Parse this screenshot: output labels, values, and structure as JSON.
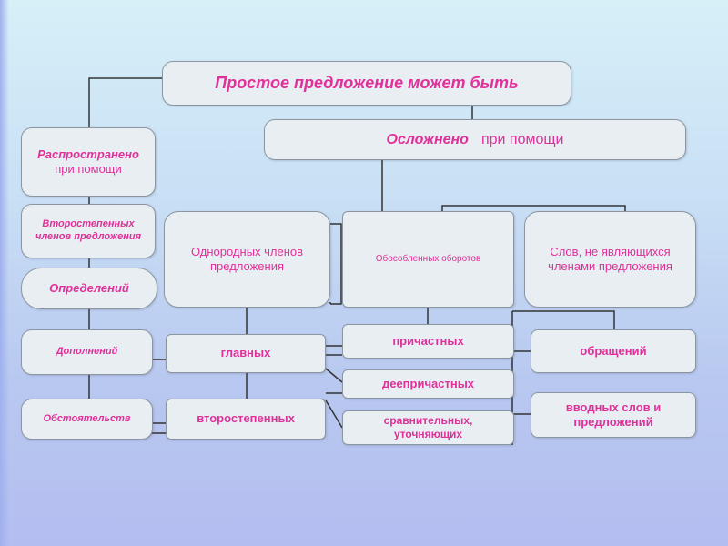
{
  "diagram": {
    "title": "Простое предложение может быть",
    "left": {
      "header_main": "Распространено",
      "header_sub": "при помощи",
      "items": [
        "Второстепенных членов предложения",
        "Определений",
        "Дополнений",
        "Обстоятельств"
      ]
    },
    "right": {
      "header_main": "Осложнено",
      "header_sub": "при помощи",
      "homogeneous": {
        "label": "Однородных членов предложения",
        "children": [
          "главных",
          "второстепенных"
        ]
      },
      "isolated": {
        "label": "Обособленных оборотов",
        "children": [
          "причастных",
          "деепричастных",
          "сравнительных, уточняющих"
        ]
      },
      "non_members": {
        "label": "Слов, не являющихся членами предложения",
        "children": [
          "обращений",
          "вводных слов и предложений"
        ]
      }
    }
  }
}
